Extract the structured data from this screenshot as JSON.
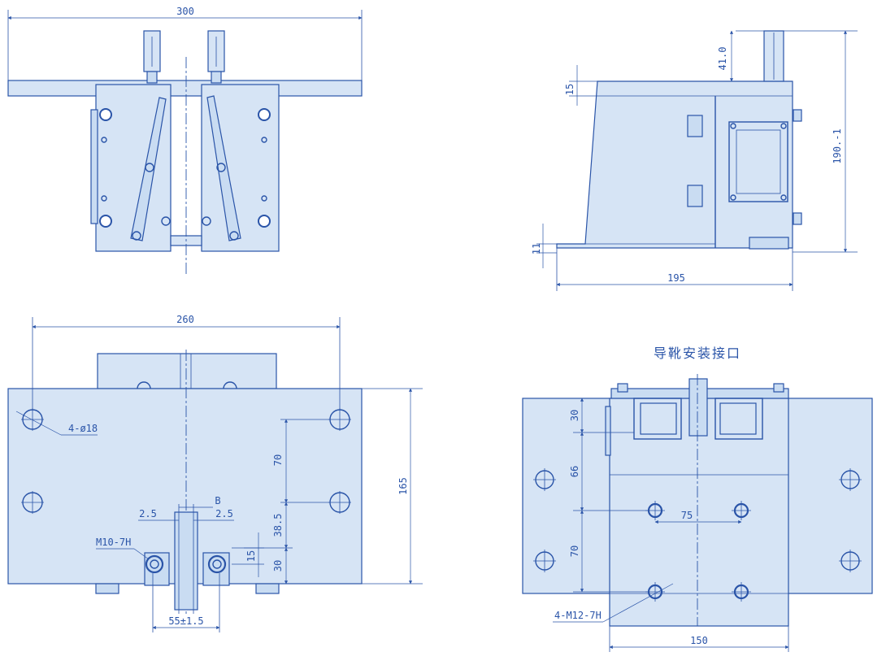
{
  "colors": {
    "line": "#2a54a8",
    "fill": "#d6e4f5",
    "background": "#ffffff"
  },
  "front_view": {
    "dim_width": "300"
  },
  "side_view": {
    "dim_depth": "195",
    "dim_height": "190.-1",
    "dim_top_offset": "41.0",
    "dim_plate_thickness": "15",
    "dim_base_thickness": "11"
  },
  "bottom_view": {
    "dim_hole_span": "260",
    "dim_height": "165",
    "dim_70": "70",
    "dim_38_5": "38.5",
    "dim_30": "30",
    "dim_15": "15",
    "dim_b": "B",
    "dim_2_5_left": "2.5",
    "dim_2_5_right": "2.5",
    "dim_gap": "55±1.5",
    "callout_holes": "4-ø18",
    "callout_thread": "M10-7H"
  },
  "interface_view": {
    "title": "导靴安装接口",
    "dim_30": "30",
    "dim_66": "66",
    "dim_70": "70",
    "dim_75": "75",
    "dim_150": "150",
    "callout_thread": "4-M12-7H"
  }
}
